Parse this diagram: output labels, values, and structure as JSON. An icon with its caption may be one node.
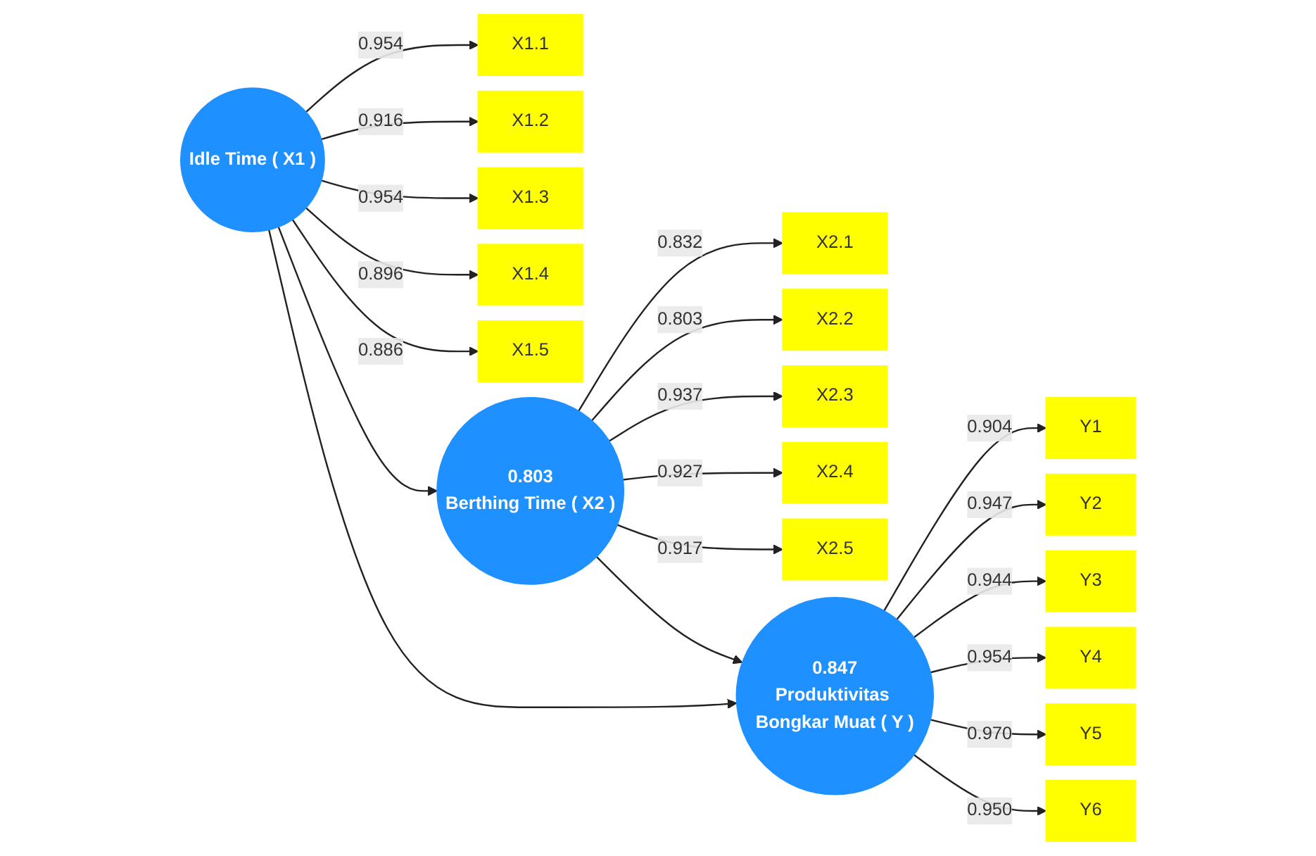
{
  "diagram": {
    "nodes": [
      {
        "text": [
          "X1.1"
        ]
      },
      {
        "text": [
          "X1.2"
        ]
      },
      {
        "text": [
          "X1.3"
        ]
      },
      {
        "text": [
          "X1.4"
        ]
      },
      {
        "text": [
          "X1.5"
        ]
      },
      {
        "text": [
          "Idle Time ( X1 )"
        ]
      },
      {
        "text": [
          "X2.1"
        ]
      },
      {
        "text": [
          "X2.2"
        ]
      },
      {
        "text": [
          "X2.3"
        ]
      },
      {
        "text": [
          "X2.4"
        ]
      },
      {
        "text": [
          "X2.5"
        ]
      },
      {
        "text": [
          "0.803",
          "Berthing Time ( X2 )"
        ]
      },
      {
        "text": [
          "0.847",
          "Produktivitas Bongkar Muat ( Y )"
        ]
      },
      {
        "text": [
          "Y1"
        ]
      },
      {
        "text": [
          "Y2"
        ]
      },
      {
        "text": [
          "Y3"
        ]
      },
      {
        "text": [
          "Y4"
        ]
      },
      {
        "text": [
          "Y5"
        ]
      },
      {
        "text": [
          "Y6"
        ]
      }
    ],
    "edges": [
      {
        "from": 5,
        "to": 0,
        "arrow": "to",
        "label": "0.954"
      },
      {
        "from": 5,
        "to": 1,
        "arrow": "to",
        "label": "0.916"
      },
      {
        "from": 5,
        "to": 2,
        "arrow": "to",
        "label": "0.954"
      },
      {
        "from": 5,
        "to": 3,
        "arrow": "to",
        "label": "0.896"
      },
      {
        "from": 5,
        "to": 4,
        "arrow": "to",
        "label": "0.886"
      },
      {
        "from": 5,
        "to": 12,
        "arrow": "to"
      },
      {
        "from": 5,
        "to": 11,
        "arrow": "to"
      },
      {
        "from": 11,
        "to": 6,
        "arrow": "to",
        "label": "0.832"
      },
      {
        "from": 11,
        "to": 7,
        "arrow": "to",
        "label": "0.803"
      },
      {
        "from": 11,
        "to": 8,
        "arrow": "to",
        "label": "0.937"
      },
      {
        "from": 11,
        "to": 9,
        "arrow": "to",
        "label": "0.927"
      },
      {
        "from": 11,
        "to": 10,
        "arrow": "to",
        "label": "0.917"
      },
      {
        "from": 11,
        "to": 12,
        "arrow": "to"
      },
      {
        "from": 12,
        "to": 13,
        "arrow": "to",
        "label": "0.904"
      },
      {
        "from": 12,
        "to": 14,
        "arrow": "to",
        "label": "0.947"
      },
      {
        "from": 12,
        "to": 15,
        "arrow": "to",
        "label": "0.944"
      },
      {
        "from": 12,
        "to": 16,
        "arrow": "to",
        "label": "0.954"
      },
      {
        "from": 12,
        "to": 17,
        "arrow": "to",
        "label": "0.970"
      },
      {
        "from": 12,
        "to": 18,
        "arrow": "to",
        "label": "0.950"
      }
    ]
  }
}
